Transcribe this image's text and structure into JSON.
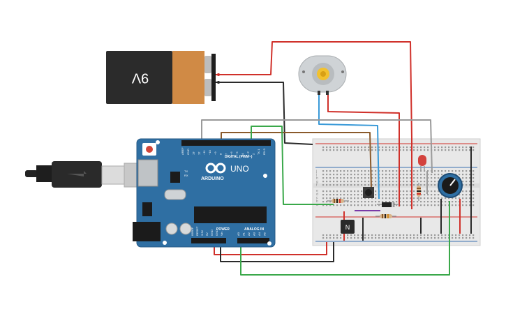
{
  "battery": {
    "voltage_label": "9V"
  },
  "arduino": {
    "logo_text": "ARDUINO",
    "model": "UNO",
    "digital_label": "DIGITAL (PWM~)",
    "power_label": "POWER",
    "analog_label": "ANALOG IN",
    "tx_label": "TX",
    "rx_label": "RX",
    "digital_pins": [
      "AREF",
      "GND",
      "13",
      "12",
      "~11",
      "~10",
      "~9",
      "8",
      "7",
      "~6",
      "~5",
      "4",
      "~3",
      "2",
      "TX 1",
      "RX 0"
    ],
    "power_pins": [
      "IOREF",
      "RESET",
      "3.3V",
      "5V",
      "GND",
      "GND",
      "Vin"
    ],
    "analog_pins": [
      "A0",
      "A1",
      "A2",
      "A3",
      "A4",
      "A5"
    ]
  },
  "transistor": {
    "label": "N"
  },
  "breadboard": {
    "row_letters_top": [
      "j",
      "i",
      "h",
      "g",
      "f"
    ],
    "row_letters_bottom": [
      "e",
      "d",
      "c",
      "b",
      "a"
    ]
  },
  "colors": {
    "wire_red": "#d0302a",
    "wire_black": "#2a2a2a",
    "wire_green": "#3aa84a",
    "wire_brown": "#8a5a2b",
    "wire_gray": "#9a9a9a",
    "wire_blue": "#3a9ad8",
    "wire_purple": "#7a3aa8",
    "arduino_body": "#2f6fa3",
    "breadboard": "#ececec"
  }
}
